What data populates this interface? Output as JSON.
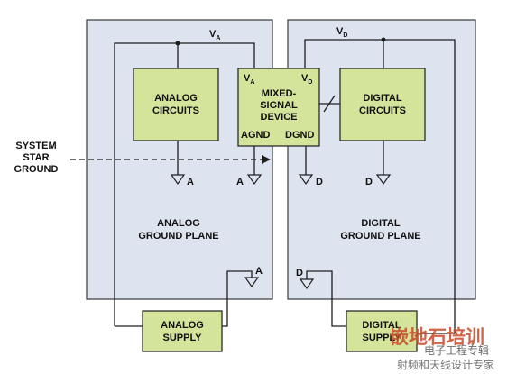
{
  "labels": {
    "va_top": "V",
    "va_top_sub": "A",
    "vd_top": "V",
    "vd_top_sub": "D",
    "analog_circuits_l1": "ANALOG",
    "analog_circuits_l2": "CIRCUITS",
    "digital_circuits_l1": "DIGITAL",
    "digital_circuits_l2": "CIRCUITS",
    "mixed_va": "V",
    "mixed_va_sub": "A",
    "mixed_vd": "V",
    "mixed_vd_sub": "D",
    "mixed_l1": "MIXED-",
    "mixed_l2": "SIGNAL",
    "mixed_l3": "DEVICE",
    "agnd": "AGND",
    "dgnd": "DGND",
    "star_l1": "SYSTEM",
    "star_l2": "STAR",
    "star_l3": "GROUND",
    "gnd_a1": "A",
    "gnd_a2": "A",
    "gnd_d1": "D",
    "gnd_d2": "D",
    "gnd_a_plane": "A",
    "gnd_d_plane": "D",
    "analog_plane_l1": "ANALOG",
    "analog_plane_l2": "GROUND PLANE",
    "digital_plane_l1": "DIGITAL",
    "digital_plane_l2": "GROUND PLANE",
    "analog_supply_l1": "ANALOG",
    "analog_supply_l2": "SUPPLY",
    "digital_supply_l1": "DIGITAL",
    "digital_supply_l2": "SUPPLY"
  },
  "watermark": {
    "big": "嵌地石培训",
    "small": "电子工程专辑",
    "bottom": "射频和天线设计专家"
  }
}
